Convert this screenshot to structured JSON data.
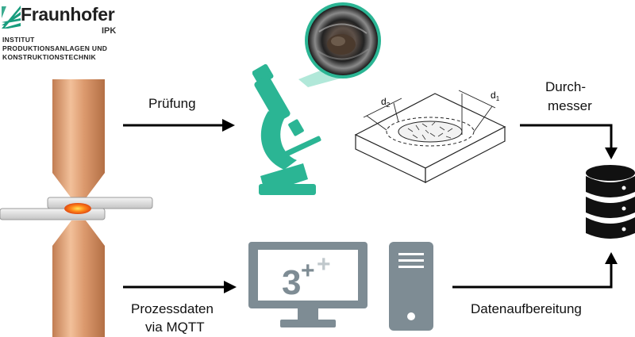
{
  "logo": {
    "name": "Fraunhofer",
    "unit": "IPK",
    "institute_lines": [
      "INSTITUT",
      "PRODUKTIONSANLAGEN UND",
      "KONSTRUKTIONSTECHNIK"
    ]
  },
  "labels": {
    "pruefung": "Prüfung",
    "durchmesser_1": "Durch-",
    "durchmesser_2": "messer",
    "prozessdaten_1": "Prozessdaten",
    "prozessdaten_2": "via MQTT",
    "datenaufbereitung": "Datenaufbereitung"
  },
  "spot_diagram": {
    "d2": "d",
    "d2_sub": "2",
    "d1": "d",
    "d1_sub": "1"
  },
  "monitor": {
    "digit": "3",
    "plus": "+"
  },
  "colors": {
    "copper": "#d9956a",
    "microscope": "#2bb594",
    "computer": "#7e8c94",
    "database": "#111111"
  },
  "icons": [
    "fraunhofer-logo-icon",
    "welding-electrode-icon",
    "microscope-icon",
    "micrograph-icon",
    "weld-spot-sample-icon",
    "monitor-icon",
    "pc-tower-icon",
    "database-icon"
  ]
}
